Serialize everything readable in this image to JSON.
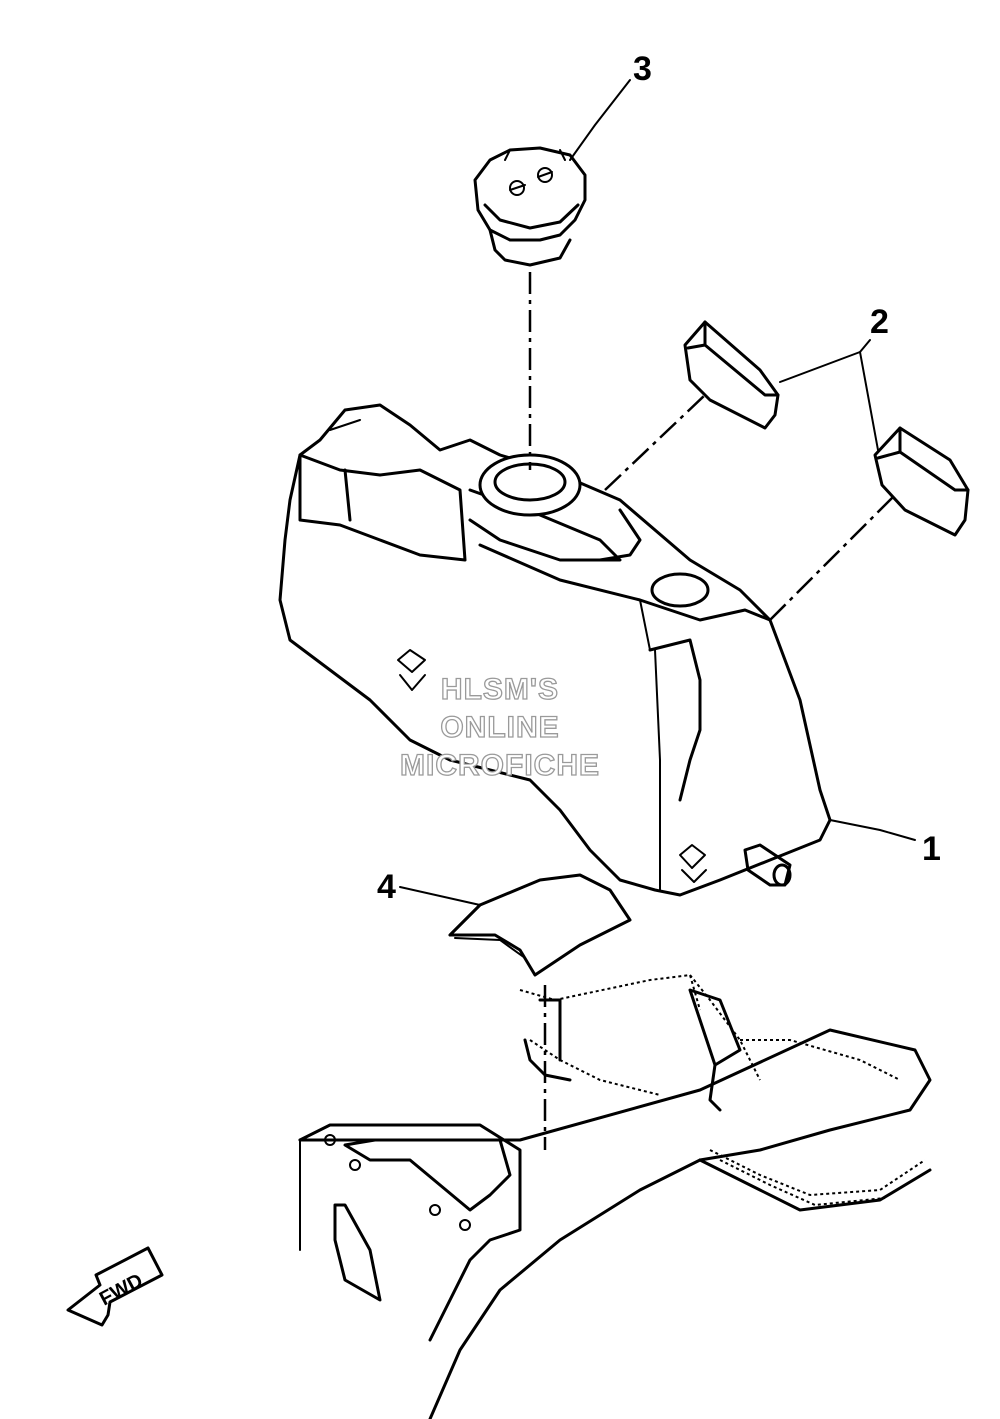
{
  "callouts": {
    "fuel_tank": "1",
    "damper": "2",
    "tank_cap": "3",
    "protector": "4"
  },
  "watermark": {
    "line1": "HLSM'S",
    "line2": "ONLINE",
    "line3": "MICROFICHE"
  },
  "direction_arrow": {
    "label": "FWD"
  }
}
